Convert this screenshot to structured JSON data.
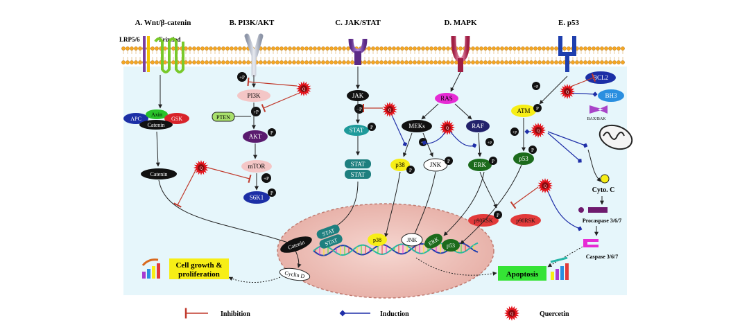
{
  "sections": {
    "a": "A. Wnt/β-catenin",
    "b": "B. PI3K/AKT",
    "c": "C. JAK/STAT",
    "d": "D. MAPK",
    "e": "E. p53"
  },
  "receptors": {
    "lrp": "LRP5/6",
    "frizzled": "Frizzled"
  },
  "wnt": {
    "apc": "APC",
    "axin": "Axin",
    "gsk": "GSK",
    "catenin_complex": "Catenin",
    "catenin": "Catenin"
  },
  "pi3k": {
    "p": "+P",
    "pi3k": "PI3K",
    "pten": "PTEN",
    "akt": "AKT",
    "mtor": "mTOR",
    "s6k1": "S6K1"
  },
  "jak": {
    "jak": "JAK",
    "stat": "STAT",
    "stat_dimer_1": "STAT",
    "stat_dimer_2": "STAT"
  },
  "mapk": {
    "ras": "RAS",
    "meks": "MEKs",
    "raf": "RAF",
    "p38": "p38",
    "jnk": "JNK",
    "erk": "ERK",
    "p90rsk": "p90RSK",
    "p90rsk_b": "p90RSK"
  },
  "p53": {
    "bcl2": "BCL2",
    "bh3": "BH3",
    "baxbak": "BAX/BAK",
    "atm": "ATM",
    "p53": "p53",
    "cytoc": "Cyto. C",
    "procaspase": "Procaspase 3/6/7",
    "caspase": "Caspase 3/6/7"
  },
  "phospho": {
    "p": "P",
    "plus_p": "+P"
  },
  "nucleus": {
    "catenin": "Catenin",
    "stat1": "STAT",
    "stat2": "STAT",
    "p38": "p38",
    "jnk": "JNK",
    "erk": "ERK",
    "p53": "p53",
    "cyclin": "Cyclin D"
  },
  "outcomes": {
    "growth_line1": "Cell growth &",
    "growth_line2": "proliferation",
    "apoptosis": "Apoptosis"
  },
  "legend": {
    "inhibition": "Inhibition",
    "induction": "Induction",
    "quercetin": "Quercetin"
  },
  "quercetin_label": "Q",
  "colors": {
    "membrane": "#f5a623",
    "cytoplasm": "#e6f6fb",
    "nucleus": "#f2c6c0",
    "inhibit": "#c0392b",
    "induce": "#1f2fa8",
    "quercetin": "#e3141c",
    "teal": "#1e7f7f",
    "akt": "#5a1a6e",
    "erk": "#1c6b1c",
    "growth_box": "#f7ee16",
    "apoptosis_box": "#35e335"
  }
}
